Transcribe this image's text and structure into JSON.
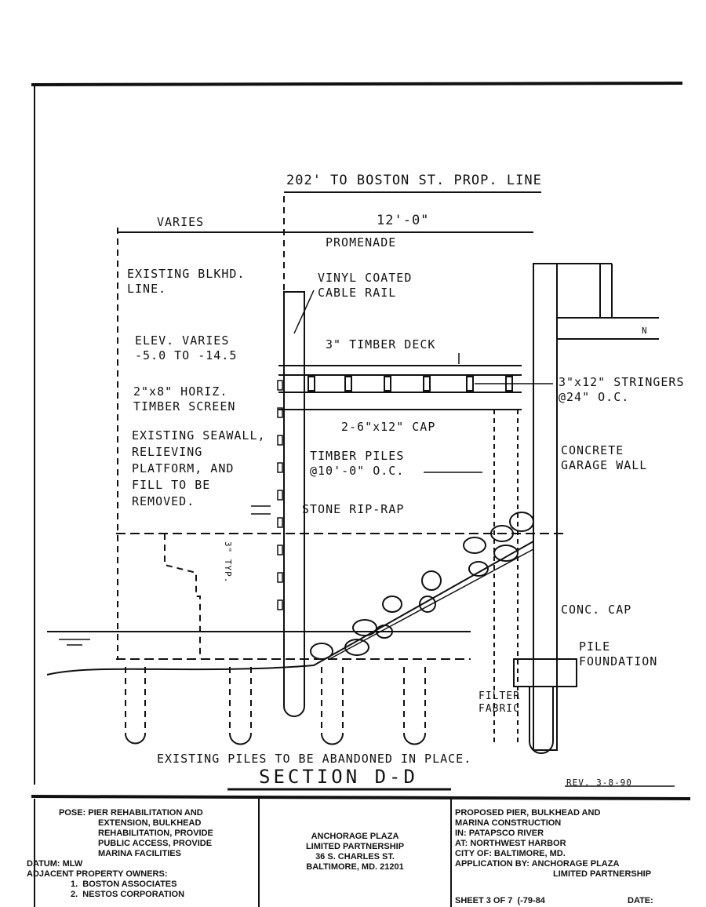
{
  "drawing": {
    "dimensions": {
      "overall": "202' TO BOSTON ST. PROP. LINE",
      "varies": "VARIES",
      "promenade_width": "12'-0\"",
      "promenade": "PROMENADE"
    },
    "labels": {
      "existing_bulkhead": [
        "EXISTING BLKHD.",
        "LINE."
      ],
      "cable_rail": [
        "VINYL COATED",
        "CABLE RAIL"
      ],
      "elev": [
        "ELEV. VARIES",
        "-5.0 TO -14.5"
      ],
      "deck": "3\" TIMBER DECK",
      "stringers": [
        "3\"x12\" STRINGERS",
        "@24\" O.C."
      ],
      "screen": [
        "2\"x8\" HORIZ.",
        "TIMBER SCREEN"
      ],
      "cap": "2-6\"x12\" CAP",
      "seawall": [
        "EXISTING SEAWALL,",
        "RELIEVING",
        "PLATFORM, AND",
        "FILL TO BE",
        "REMOVED."
      ],
      "timber_piles": [
        "TIMBER PILES",
        "@10'-0\" O.C."
      ],
      "garage_wall": [
        "CONCRETE",
        "GARAGE WALL"
      ],
      "rip_rap": "STONE RIP-RAP",
      "typ": "3\" TYP.",
      "conc_cap": "CONC. CAP",
      "pile_foundation": [
        "PILE",
        "FOUNDATION"
      ],
      "filter_fabric": [
        "FILTER",
        "FABRIC"
      ],
      "existing_piles": "EXISTING PILES TO BE ABANDONED IN PLACE.",
      "north": "N"
    },
    "section_title": "SECTION D-D",
    "revision": "REV. 3-8-90"
  },
  "title_block": {
    "purpose": [
      "POSE: PIER REHABILITATION AND",
      "EXTENSION, BULKHEAD",
      "REHABILITATION, PROVIDE",
      "PUBLIC ACCESS, PROVIDE",
      "MARINA FACILITIES"
    ],
    "datum": "DATUM: MLW",
    "adjacent_heading": "ADJACENT PROPERTY OWNERS:",
    "adjacent_owners": [
      "1.  BOSTON ASSOCIATES",
      "2.  NESTOS CORPORATION"
    ],
    "applicant": [
      "ANCHORAGE PLAZA",
      "LIMITED PARTNERSHIP",
      "36 S. CHARLES ST.",
      "BALTIMORE, MD. 21201"
    ],
    "project": [
      "PROPOSED PIER, BULKHEAD AND",
      "MARINA CONSTRUCTION",
      "IN: PATAPSCO RIVER",
      "AT: NORTHWEST HARBOR",
      "CITY OF: BALTIMORE, MD.",
      "APPLICATION BY: ANCHORAGE PLAZA",
      "LIMITED PARTNERSHIP"
    ],
    "sheet": "SHEET 3 OF 7  (-79-84",
    "date": "DATE:"
  }
}
